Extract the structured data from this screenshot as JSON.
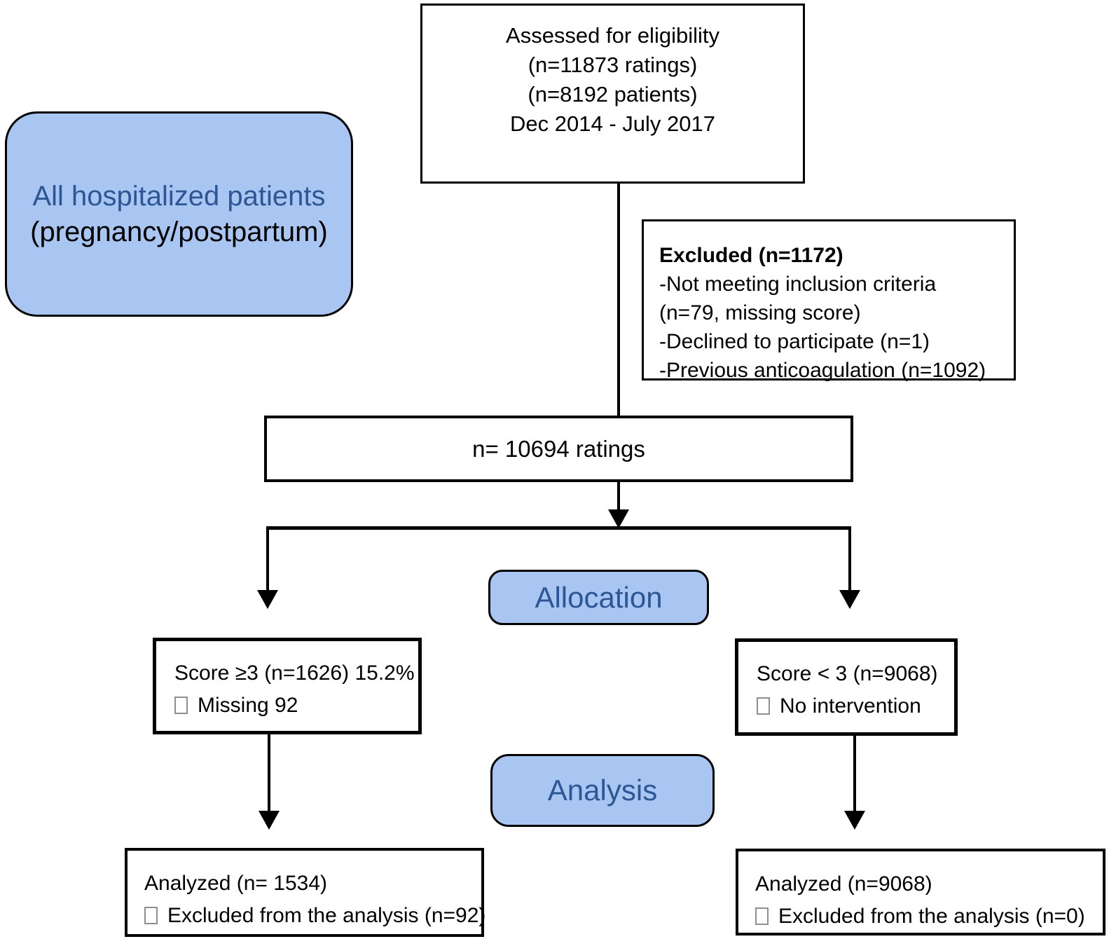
{
  "flowchart": {
    "assessed": {
      "lines": [
        "Assessed for eligibility",
        "(n=11873 ratings)",
        "(n=8192 patients)",
        "Dec 2014 - July 2017"
      ]
    },
    "population": {
      "title": "All hospitalized patients",
      "subtitle": "(pregnancy/postpartum)"
    },
    "excluded": {
      "header": "Excluded (n=1172)",
      "items": [
        "-Not meeting inclusion criteria (n=79, missing score)",
        "-Declined to participate (n=1)",
        "-Previous anticoagulation (n=1092)"
      ]
    },
    "ratings": {
      "label": "n= 10694 ratings"
    },
    "stages": {
      "allocation": "Allocation",
      "analysis": "Analysis"
    },
    "allocation_left": {
      "line1": "Score ≥3 (n=1626) 15.2%",
      "bullet": "Missing 92"
    },
    "allocation_right": {
      "line1": "Score < 3 (n=9068)",
      "bullet": "No intervention"
    },
    "analysis_left": {
      "line1": "Analyzed (n= 1534)",
      "bullet": "Excluded from the analysis (n=92)"
    },
    "analysis_right": {
      "line1": "Analyzed (n=9068)",
      "bullet": "Excluded from the analysis (n=0)"
    },
    "icons": {
      "bullet": "empty-square-icon"
    },
    "colors": {
      "node_fill": "#A9C5F2",
      "node_text": "#2D5694",
      "connector": "#000000",
      "bullet_border": "#8F8F8F"
    }
  }
}
